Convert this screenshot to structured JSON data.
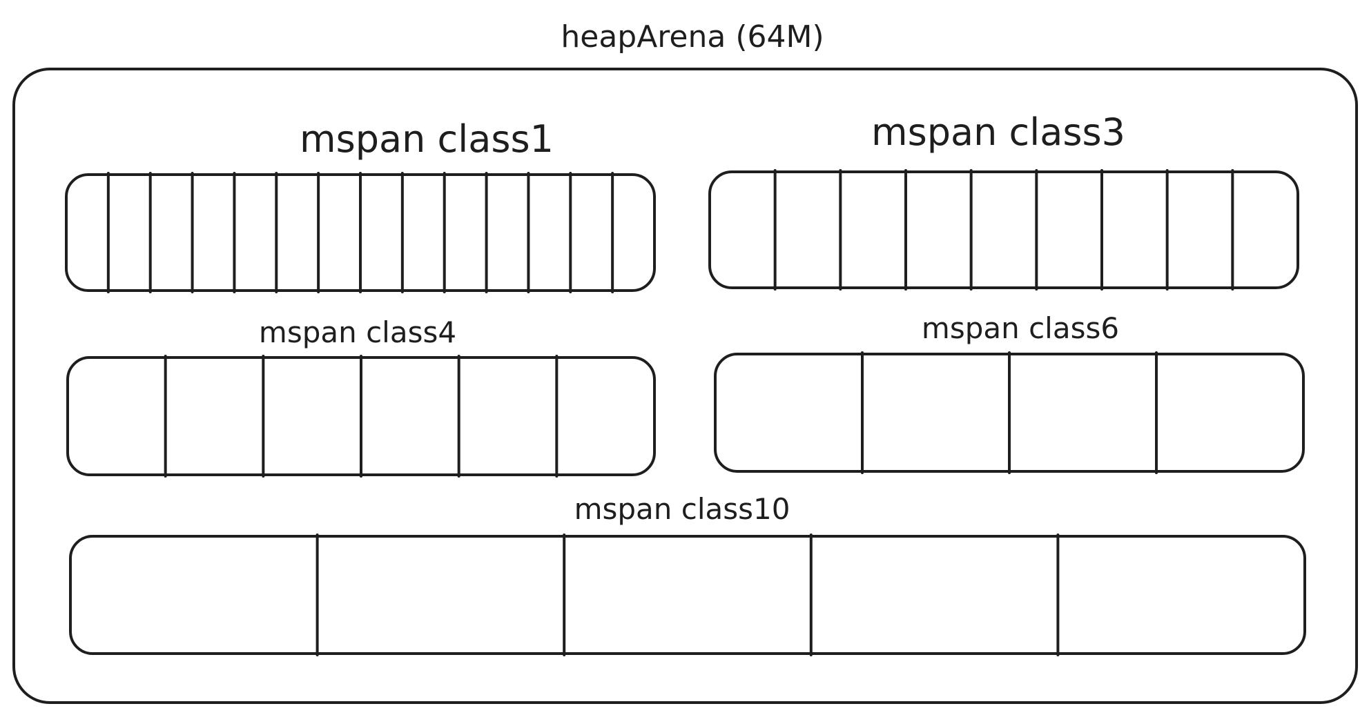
{
  "arena": {
    "title": "heapArena (64M)"
  },
  "spans": [
    {
      "label": "mspan class1",
      "slots": 14
    },
    {
      "label": "mspan class3",
      "slots": 9
    },
    {
      "label": "mspan class4",
      "slots": 6
    },
    {
      "label": "mspan class6",
      "slots": 4
    },
    {
      "label": "mspan class10",
      "slots": 5
    }
  ],
  "colors": {
    "stroke": "#1e1e1e",
    "background": "#ffffff"
  }
}
